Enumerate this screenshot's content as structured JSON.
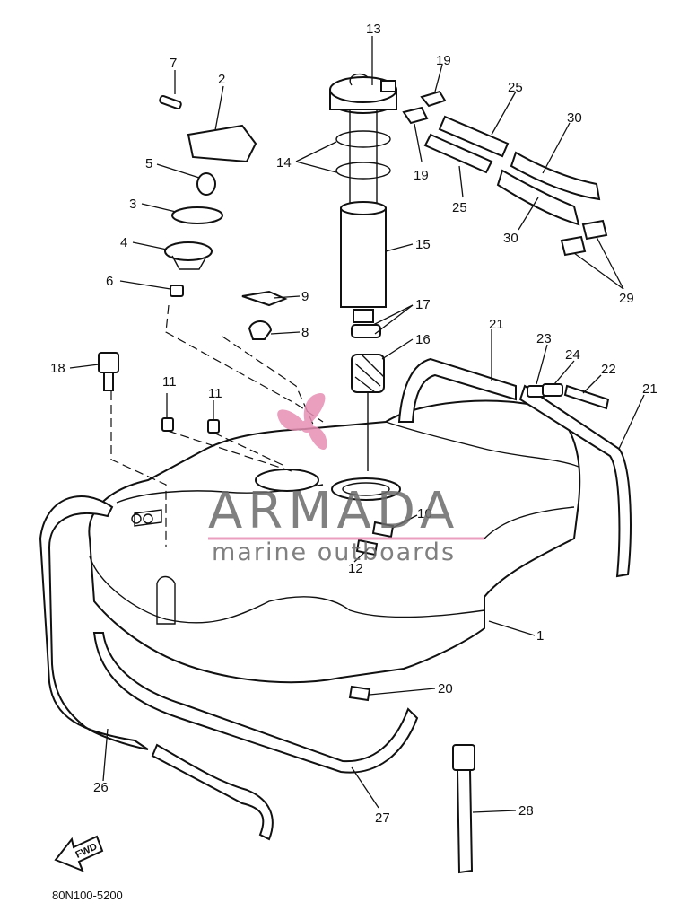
{
  "diagram": {
    "callouts": {
      "n1": "1",
      "n2": "2",
      "n3": "3",
      "n4": "4",
      "n5": "5",
      "n6": "6",
      "n7": "7",
      "n8": "8",
      "n9": "9",
      "n10": "10",
      "n11a": "11",
      "n11b": "11",
      "n12": "12",
      "n13": "13",
      "n14": "14",
      "n15": "15",
      "n16": "16",
      "n17": "17",
      "n18": "18",
      "n19a": "19",
      "n19b": "19",
      "n20": "20",
      "n21a": "21",
      "n21b": "21",
      "n22": "22",
      "n23": "23",
      "n24": "24",
      "n25a": "25",
      "n25b": "25",
      "n26": "26",
      "n27": "27",
      "n28": "28",
      "n29": "29",
      "n30a": "30",
      "n30b": "30"
    },
    "drawing_code": "80N100-5200",
    "fwd_label": "FWD"
  },
  "watermark": {
    "brand": "ARMADA",
    "tagline": "marine outboards",
    "color": "#e88fb5"
  }
}
